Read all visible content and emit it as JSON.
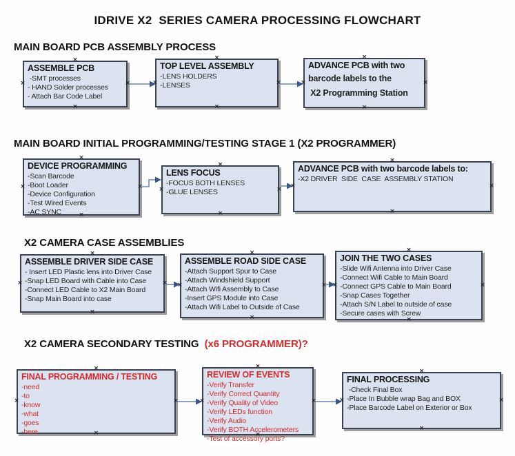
{
  "title": "IDRIVE X2  SERIES CAMERA PROCESSING FLOWCHART",
  "colors": {
    "box_fill": "#dce3f0",
    "box_border": "#3a4150",
    "box_shadow": "#9e9e9e",
    "connector_line": "#8ca2c4",
    "connector_arrowhead": "#3a5691",
    "annotation_red": "#d42c2c",
    "text_black": "#141414"
  },
  "sections": [
    {
      "heading": "MAIN BOARD PCB ASSEMBLY PROCESS"
    },
    {
      "heading": "MAIN BOARD INITIAL PROGRAMMING/TESTING STAGE 1 (X2 PROGRAMMER)"
    },
    {
      "heading": "X2 CAMERA CASE ASSEMBLIES"
    },
    {
      "heading": "X2 CAMERA SECONDARY TESTING  ",
      "heading_red": "(x6 PROGRAMMER)?"
    }
  ],
  "boxes": [
    {
      "title": "ASSEMBLE PCB",
      "lines": [
        " -SMT processes",
        "- HAND Solder processes",
        "- Attach Bar Code Label"
      ]
    },
    {
      "title": "TOP LEVEL ASSEMBLY",
      "lines": [
        "-LENS HOLDERS",
        "-LENSES"
      ]
    },
    {
      "title": "ADVANCE PCB with two",
      "lines": [
        "barcode labels to the",
        " X2 Programming Station"
      ]
    },
    {
      "title": "DEVICE PROGRAMMING",
      "lines": [
        "-Scan Barcode",
        "-Boot Loader",
        "-Device Configuration",
        "-Test Wired Events",
        "-AC SYNC"
      ]
    },
    {
      "title": "LENS FOCUS",
      "lines": [
        "-FOCUS BOTH LENSES",
        "-GLUE LENSES"
      ]
    },
    {
      "title": "ADVANCE PCB with two barcode labels to:",
      "lines": [
        "-X2 DRIVER  SIDE  CASE  ASSEMBLY STATION"
      ]
    },
    {
      "title": "ASSEMBLE DRIVER SIDE CASE",
      "lines": [
        "- Insert LED Plastic lens into Driver Case",
        "-Snap LED Board with Cable into Case",
        "-Connect LED Cable to X2 Main Board",
        "-Snap Main Board into case"
      ]
    },
    {
      "title": "ASSEMBLE ROAD SIDE CASE",
      "lines": [
        "-Attach Support Spur to Case",
        "-Attach Windshield Support",
        "-Attach Wifi Assembly to Case",
        "-Insert GPS Module into Case",
        "-Attach Wifi Label to Outside of Case"
      ]
    },
    {
      "title": "JOIN THE TWO CASES",
      "lines": [
        "-Slide Wifi Antenna into Driver Case",
        "-Connect Wifi Cable to Main Board",
        "-Connect GPS Cable to Main Board",
        "-Snap Cases Together",
        "-Attach S/N Label to outside of case",
        "-Secure cases with Screw"
      ]
    },
    {
      "title": "FINAL PROGRAMMING / TESTING",
      "lines": [
        "-need",
        "-to",
        "-know",
        "-what",
        "-goes",
        "-here"
      ]
    },
    {
      "title": "REVIEW OF EVENTS",
      "lines": [
        "-Verify Transfer",
        "-Verify Correct Quantity",
        "-Verify Quality of Video",
        "-Verify LEDs function",
        "-Verify Audio",
        "-Verify BOTH Accelerometers",
        "-Test of accessory ports?"
      ]
    },
    {
      "title": "FINAL PROCESSING",
      "lines": [
        " -Check Final Box",
        "-Place In Bubble wrap Bag and BOX",
        "-Place Barcode Label on Exterior or Box"
      ]
    }
  ]
}
